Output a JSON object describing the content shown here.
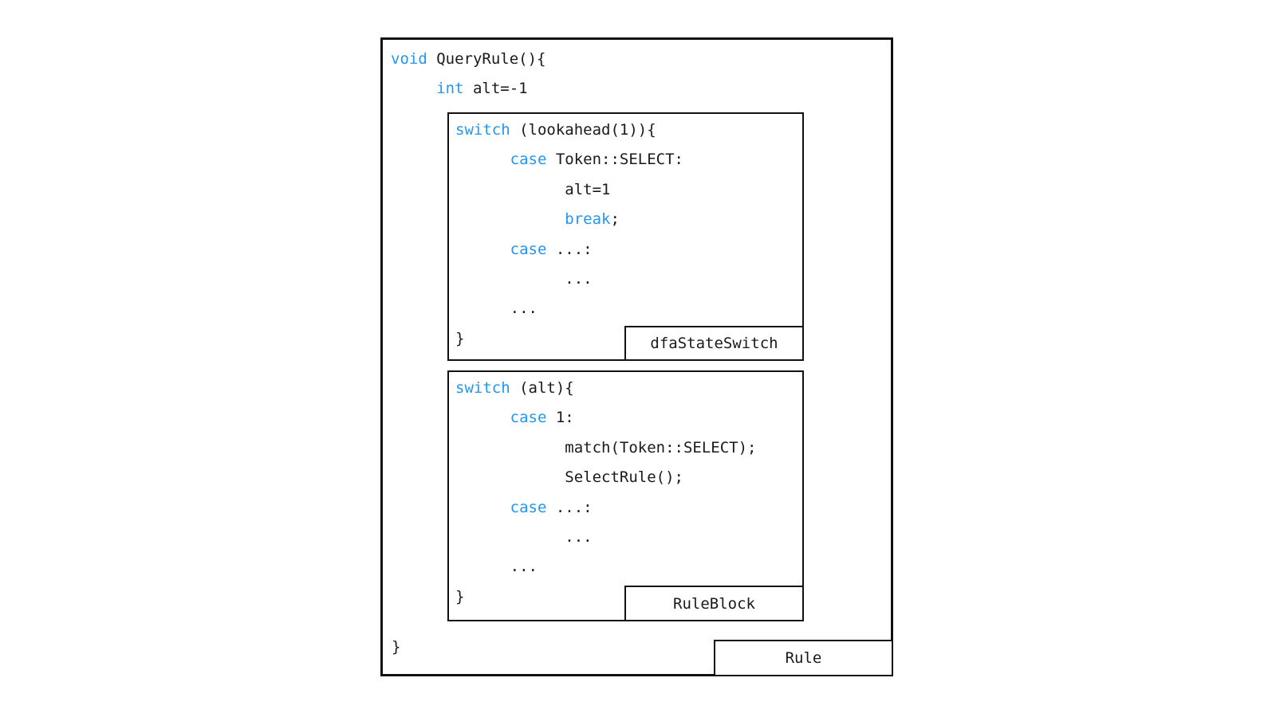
{
  "colors": {
    "keyword": "#2196f3",
    "text": "#1a1a1a",
    "border": "#111111",
    "background": "#ffffff"
  },
  "code": {
    "outer": {
      "label": "Rule",
      "top_lines": [
        {
          "tokens": [
            {
              "t": "void",
              "k": true
            },
            {
              "t": " QueryRule(){",
              "k": false
            }
          ]
        },
        {
          "tokens": [
            {
              "t": "     ",
              "k": false
            },
            {
              "t": "int",
              "k": true
            },
            {
              "t": " alt=-1",
              "k": false
            }
          ]
        }
      ],
      "closing_lines": [
        {
          "tokens": [
            {
              "t": "}",
              "k": false
            }
          ]
        }
      ]
    },
    "blocks": [
      {
        "label": "dfaStateSwitch",
        "lines": [
          {
            "tokens": [
              {
                "t": "switch",
                "k": true
              },
              {
                "t": " (lookahead(1)){",
                "k": false
              }
            ]
          },
          {
            "tokens": [
              {
                "t": "      ",
                "k": false
              },
              {
                "t": "case",
                "k": true
              },
              {
                "t": " Token::SELECT:",
                "k": false
              }
            ]
          },
          {
            "tokens": [
              {
                "t": "            alt=1",
                "k": false
              }
            ]
          },
          {
            "tokens": [
              {
                "t": "            ",
                "k": false
              },
              {
                "t": "break",
                "k": true
              },
              {
                "t": ";",
                "k": false
              }
            ]
          },
          {
            "tokens": [
              {
                "t": "      ",
                "k": false
              },
              {
                "t": "case",
                "k": true
              },
              {
                "t": " ...:",
                "k": false
              }
            ]
          },
          {
            "tokens": [
              {
                "t": "            ...",
                "k": false
              }
            ]
          },
          {
            "tokens": [
              {
                "t": "      ...",
                "k": false
              }
            ]
          },
          {
            "tokens": [
              {
                "t": "}",
                "k": false
              }
            ]
          }
        ]
      },
      {
        "label": "RuleBlock",
        "lines": [
          {
            "tokens": [
              {
                "t": "switch",
                "k": true
              },
              {
                "t": " (alt){",
                "k": false
              }
            ]
          },
          {
            "tokens": [
              {
                "t": "      ",
                "k": false
              },
              {
                "t": "case",
                "k": true
              },
              {
                "t": " 1:",
                "k": false
              }
            ]
          },
          {
            "tokens": [
              {
                "t": "            match(Token::SELECT);",
                "k": false
              }
            ]
          },
          {
            "tokens": [
              {
                "t": "            SelectRule();",
                "k": false
              }
            ]
          },
          {
            "tokens": [
              {
                "t": "      ",
                "k": false
              },
              {
                "t": "case",
                "k": true
              },
              {
                "t": " ...:",
                "k": false
              }
            ]
          },
          {
            "tokens": [
              {
                "t": "            ...",
                "k": false
              }
            ]
          },
          {
            "tokens": [
              {
                "t": "      ...",
                "k": false
              }
            ]
          },
          {
            "tokens": [
              {
                "t": "}",
                "k": false
              }
            ]
          }
        ]
      }
    ]
  }
}
